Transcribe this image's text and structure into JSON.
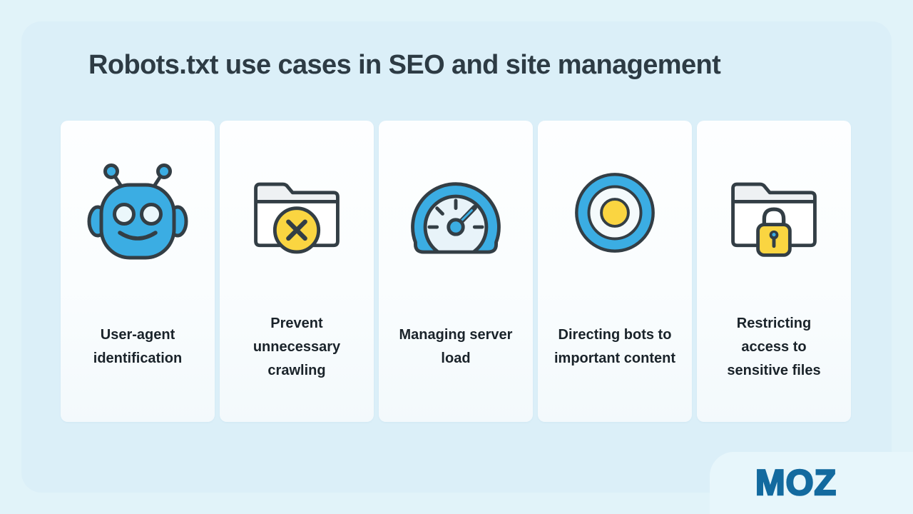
{
  "title": "Robots.txt use cases in SEO and site management",
  "cards": [
    {
      "icon": "robot-icon",
      "label": "User-agent\nidentification"
    },
    {
      "icon": "folder-block-icon",
      "label": "Prevent\nunnecessary\ncrawling"
    },
    {
      "icon": "speedometer-icon",
      "label": "Managing server\nload"
    },
    {
      "icon": "target-icon",
      "label": "Directing bots to\nimportant content"
    },
    {
      "icon": "folder-lock-icon",
      "label": "Restricting\naccess to\nsensitive files"
    }
  ],
  "footer": {
    "brand": "MOZ"
  },
  "colors": {
    "background": "#dbeff8",
    "card_background": "#fbfdfe",
    "title_text": "#2d3b44",
    "label_text": "#1a232a",
    "icon_blue": "#3bade3",
    "icon_outline": "#333e45",
    "icon_yellow": "#fad541",
    "icon_light_face": "#e8f3f9",
    "brand_blue": "#136a9f"
  }
}
